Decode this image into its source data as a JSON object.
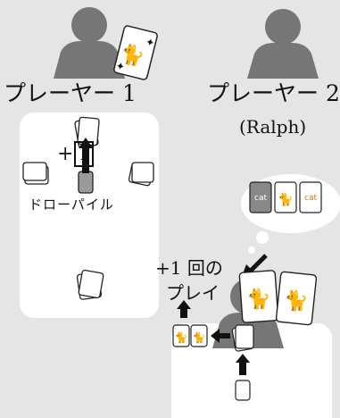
{
  "players": [
    {
      "label": "プレーヤー 1"
    },
    {
      "label": "プレーヤー 2",
      "sublabel": "(Ralph)"
    }
  ],
  "draw_pile": {
    "label": "ドローパイル",
    "increment": "+",
    "increment_boxed": "1"
  },
  "play_count": {
    "line1": "+1 回の",
    "line2": "プレイ"
  },
  "card_text": {
    "cat": "cat",
    "cat_mirror": "cat"
  },
  "colors": {
    "background": "#e5e5e5",
    "silhouette": "#767676",
    "panel": "#ffffff",
    "card_outline": "#222222"
  }
}
